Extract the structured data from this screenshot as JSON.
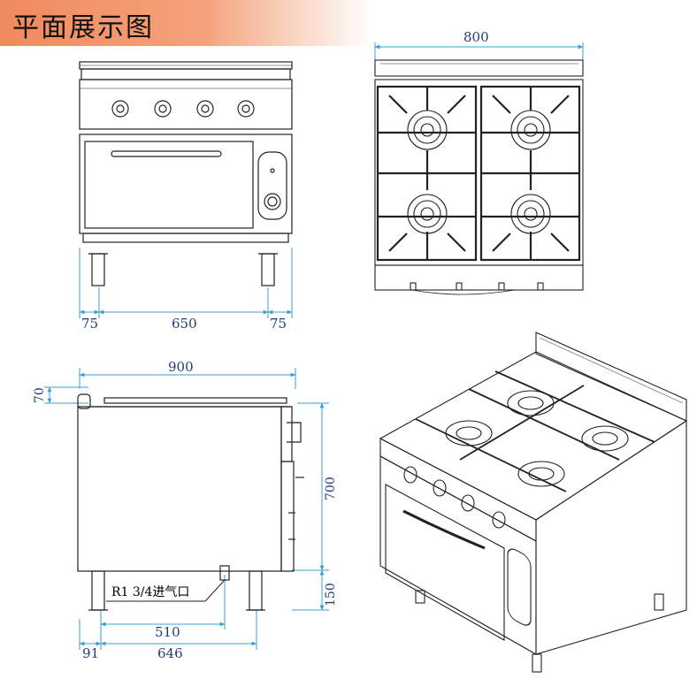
{
  "banner": {
    "title": "平面展示图"
  },
  "front_view": {
    "dim_left": "75",
    "dim_center": "650",
    "dim_right": "75"
  },
  "top_view": {
    "dim_width": "800"
  },
  "side_view": {
    "dim_top": "900",
    "dim_backsplash": "70",
    "dim_height": "700",
    "dim_legs": "150",
    "inlet_label": "R1 3/4进气口",
    "dim_inlet": "510",
    "dim_leg_offset": "91",
    "dim_depth": "646"
  },
  "colors": {
    "banner": "#f08a5d",
    "dimension": "#3aa0d0",
    "dimension_text": "#1f3f78",
    "drawing": "#222222"
  }
}
